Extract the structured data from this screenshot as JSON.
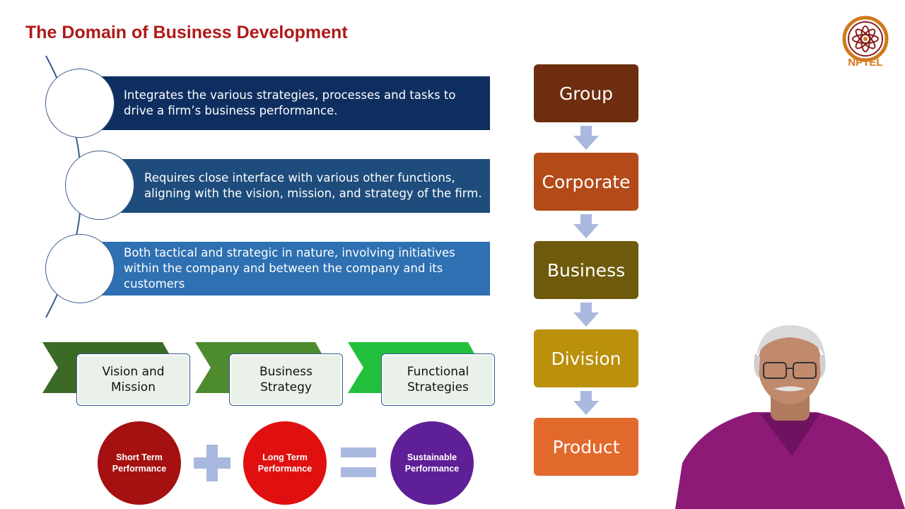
{
  "slide": {
    "title": "The Domain of Business Development",
    "logo_text": "NPTEL"
  },
  "banners": [
    {
      "text": "Integrates the various strategies, processes and tasks to drive a firm’s business performance.",
      "color": "#0f2e60"
    },
    {
      "text": "Requires close interface with various other functions, aligning with the vision, mission, and strategy of the firm.",
      "color": "#1e4c7c"
    },
    {
      "text": "Both tactical and strategic in nature, involving initiatives within the company and between the company and its customers",
      "color": "#2e70b2"
    }
  ],
  "chevrons": [
    {
      "label": "Vision and Mission",
      "color": "#3b6a26"
    },
    {
      "label": "Business Strategy",
      "color": "#4e8a2e"
    },
    {
      "label": "Functional Strategies",
      "color": "#22c03c"
    }
  ],
  "equation": {
    "items": [
      {
        "label": "Short Term Performance",
        "color": "#a51010"
      },
      {
        "label": "Long Term Performance",
        "color": "#e01010"
      },
      {
        "label": "Sustainable Performance",
        "color": "#5f1f96"
      }
    ],
    "operator_color": "#a9b8df"
  },
  "hierarchy": [
    {
      "label": "Group",
      "color": "#6e2d0e"
    },
    {
      "label": "Corporate",
      "color": "#b44a18"
    },
    {
      "label": "Business",
      "color": "#6e5a0c"
    },
    {
      "label": "Division",
      "color": "#bb900a"
    },
    {
      "label": "Product",
      "color": "#e2692c"
    }
  ],
  "arrow_color": "#a9b8df"
}
